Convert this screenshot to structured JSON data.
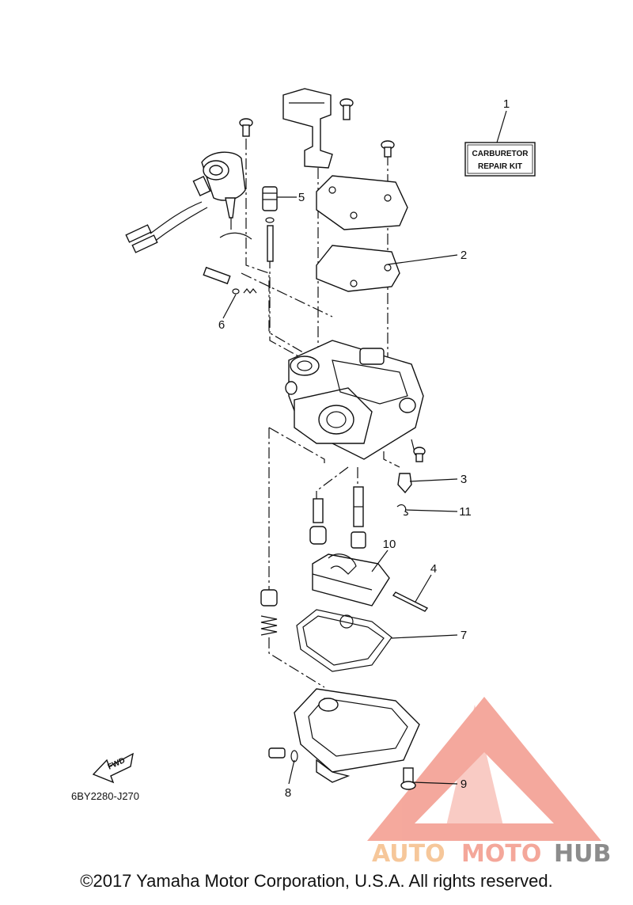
{
  "diagram": {
    "callouts": [
      {
        "id": "1",
        "label": "1"
      },
      {
        "id": "2",
        "label": "2"
      },
      {
        "id": "3",
        "label": "3"
      },
      {
        "id": "4",
        "label": "4"
      },
      {
        "id": "5",
        "label": "5"
      },
      {
        "id": "6",
        "label": "6"
      },
      {
        "id": "7",
        "label": "7"
      },
      {
        "id": "8",
        "label": "8"
      },
      {
        "id": "9",
        "label": "9"
      },
      {
        "id": "10",
        "label": "10"
      },
      {
        "id": "11",
        "label": "11"
      }
    ],
    "kit_label_line1": "CARBURETOR",
    "kit_label_line2": "REPAIR KIT",
    "fwd_label": "FWD",
    "diagram_code": "6BY2280-J270"
  },
  "watermark": {
    "part1": "AUTO",
    "part2": "MOTO",
    "part3": "HUB",
    "colors": {
      "triangle": "#f39a8c",
      "auto": "#f6c79a",
      "moto": "#f4a79a",
      "hub": "#8c8c8c"
    }
  },
  "footer": {
    "copyright": "©2017 Yamaha Motor Corporation, U.S.A. All rights reserved."
  }
}
